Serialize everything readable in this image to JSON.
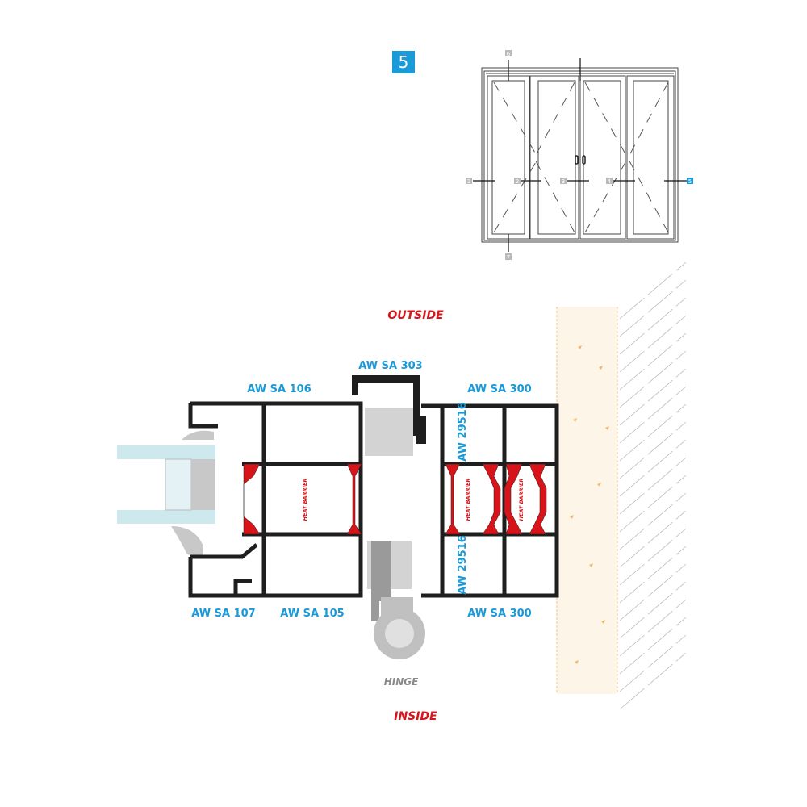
{
  "section_badge": "5",
  "elevation": {
    "markers": [
      "6",
      "1",
      "2",
      "3",
      "4",
      "5",
      "7"
    ],
    "active_marker": "5"
  },
  "section": {
    "outside_label": "OUTSIDE",
    "inside_label": "INSIDE",
    "hinge_label": "HINGE",
    "heat_barrier_label": "HEAT BARRIER",
    "profiles": {
      "top_left": "AW SA 106",
      "top_center": "AW SA 303",
      "top_right": "AW SA 300",
      "bottom_left": "AW SA 107",
      "bottom_center": "AW SA 105",
      "bottom_right": "AW SA 300",
      "vertical_upper": "AW 29516",
      "vertical_lower": "AW 29516"
    }
  },
  "colors": {
    "accent_blue": "#1a9ad9",
    "heat_barrier_red": "#d7141a",
    "profile_black": "#1e1e1e"
  }
}
